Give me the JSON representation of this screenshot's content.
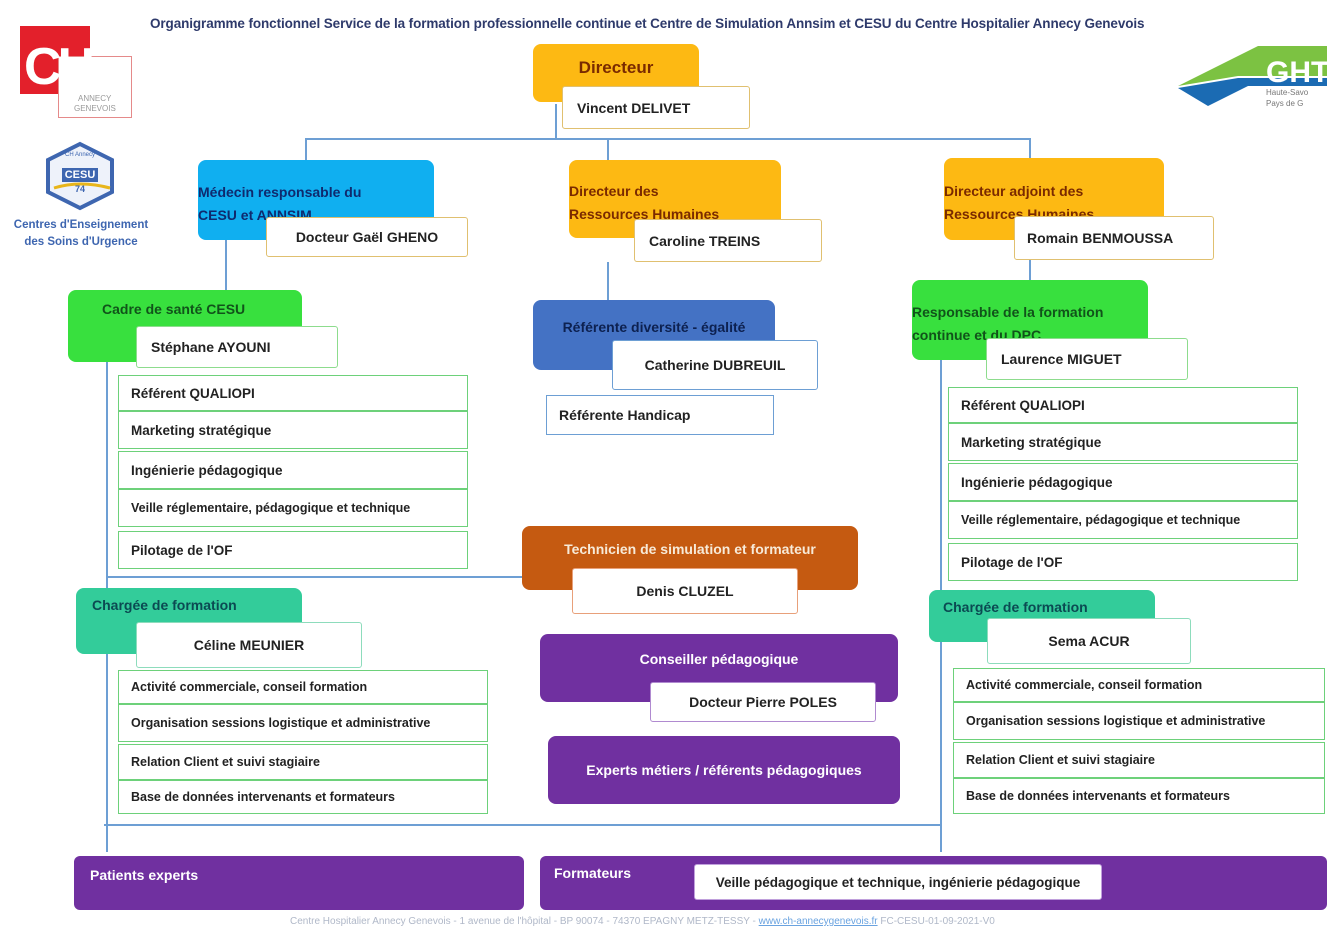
{
  "title": "Organigramme fonctionnel Service de la formation professionnelle continue et Centre de Simulation Annsim et CESU du Centre Hospitalier Annecy Genevois",
  "logos": {
    "ch": {
      "letters": "CH",
      "line1": "ANNECY",
      "line2": "GENEVOIS",
      "color": "#e3202b"
    },
    "cesu": {
      "top": "CH Annecy",
      "mid": "CESU",
      "num": "74",
      "caption1": "Centres d'Enseignement",
      "caption2": "des Soins d'Urgence"
    },
    "ght": {
      "letters": "GHT",
      "line1": "Haute-Savo",
      "line2": "Pays de G"
    }
  },
  "directeur": {
    "role": "Directeur",
    "name": "Vincent DELIVET"
  },
  "medecin": {
    "role1": "Médecin responsable du",
    "role2": "CESU et ANNSIM",
    "name": "Docteur Gaël GHENO"
  },
  "drh": {
    "role1": "Directeur des",
    "role2": "Ressources Humaines",
    "name": "Caroline TREINS"
  },
  "drh_adj": {
    "role1": "Directeur adjoint des",
    "role2": "Ressources Humaines",
    "name": "Romain BENMOUSSA"
  },
  "cadre": {
    "role": "Cadre de santé CESU",
    "name": "Stéphane AYOUNI"
  },
  "diversite": {
    "role": "Référente diversité - égalité",
    "name": "Catherine DUBREUIL",
    "handicap": "Référente Handicap"
  },
  "resp_formation": {
    "role1": "Responsable de la formation",
    "role2": "continue et du DPC",
    "name": "Laurence MIGUET"
  },
  "tasks_left": [
    "Référent QUALIOPI",
    "Marketing stratégique",
    "Ingénierie pédagogique",
    "Veille réglementaire, pédagogique et technique",
    "Pilotage de l'OF"
  ],
  "tasks_right": [
    "Référent QUALIOPI",
    "Marketing stratégique",
    "Ingénierie pédagogique",
    "Veille réglementaire, pédagogique et technique",
    "Pilotage de l'OF"
  ],
  "technicien": {
    "role": "Technicien de simulation et formateur",
    "name": "Denis CLUZEL"
  },
  "chargee_left": {
    "role": "Chargée de formation",
    "name": "Céline MEUNIER"
  },
  "chargee_right": {
    "role": "Chargée de formation",
    "name": "Sema ACUR"
  },
  "chargee_tasks_left": [
    "Activité commerciale, conseil formation",
    "Organisation sessions logistique et administrative",
    "Relation Client et suivi stagiaire",
    "Base de données intervenants et formateurs"
  ],
  "chargee_tasks_right": [
    "Activité commerciale, conseil formation",
    "Organisation sessions logistique et administrative",
    "Relation Client et suivi stagiaire",
    "Base de données intervenants et formateurs"
  ],
  "conseiller": {
    "role": "Conseiller pédagogique",
    "name": "Docteur Pierre POLES"
  },
  "experts": "Experts métiers / référents pédagogiques",
  "patients": "Patients experts",
  "formateurs": {
    "role": "Formateurs",
    "task": "Veille pédagogique et technique, ingénierie pédagogique"
  },
  "footer": {
    "address": "Centre Hospitalier Annecy Genevois - 1 avenue de l'hôpital - BP 90074 - 74370 EPAGNY METZ-TESSY - ",
    "link": "www.ch-annecygenevois.fr",
    "ref": "  FC-CESU-01-09-2021-V0"
  }
}
